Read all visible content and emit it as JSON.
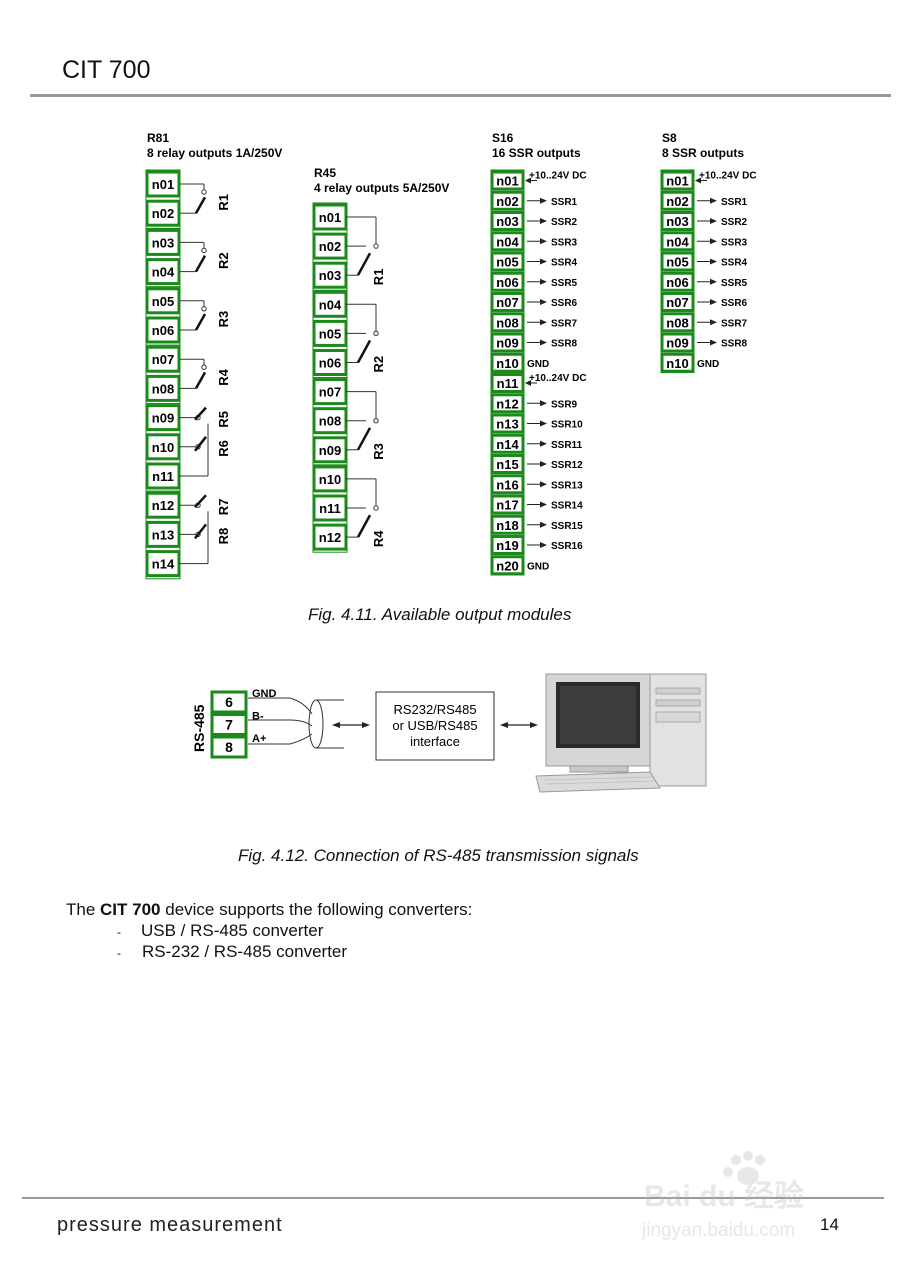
{
  "header": {
    "title": "CIT 700"
  },
  "modules": {
    "r81": {
      "title": "R81",
      "subtitle": "8 relay outputs 1A/250V",
      "terminals": [
        "n01",
        "n02",
        "n03",
        "n04",
        "n05",
        "n06",
        "n07",
        "n08",
        "n09",
        "n10",
        "n11",
        "n12",
        "n13",
        "n14"
      ],
      "relays": [
        "R1",
        "R2",
        "R3",
        "R4",
        "R5",
        "R6",
        "R7",
        "R8"
      ]
    },
    "r45": {
      "title": "R45",
      "subtitle": "4 relay outputs 5A/250V",
      "terminals": [
        "n01",
        "n02",
        "n03",
        "n04",
        "n05",
        "n06",
        "n07",
        "n08",
        "n09",
        "n10",
        "n11",
        "n12"
      ],
      "relays": [
        "R1",
        "R2",
        "R3",
        "R4"
      ]
    },
    "s16": {
      "title": "S16",
      "subtitle": "16 SSR outputs",
      "terminals": [
        "n01",
        "n02",
        "n03",
        "n04",
        "n05",
        "n06",
        "n07",
        "n08",
        "n09",
        "n10",
        "n11",
        "n12",
        "n13",
        "n14",
        "n15",
        "n16",
        "n17",
        "n18",
        "n19",
        "n20"
      ],
      "labels": [
        "+10..24V DC",
        "SSR1",
        "SSR2",
        "SSR3",
        "SSR4",
        "SSR5",
        "SSR6",
        "SSR7",
        "SSR8",
        "GND",
        "+10..24V DC",
        "SSR9",
        "SSR10",
        "SSR11",
        "SSR12",
        "SSR13",
        "SSR14",
        "SSR15",
        "SSR16",
        "GND"
      ]
    },
    "s8": {
      "title": "S8",
      "subtitle": "8 SSR outputs",
      "terminals": [
        "n01",
        "n02",
        "n03",
        "n04",
        "n05",
        "n06",
        "n07",
        "n08",
        "n09",
        "n10"
      ],
      "labels": [
        "+10..24V DC",
        "SSR1",
        "SSR2",
        "SSR3",
        "SSR4",
        "SSR5",
        "SSR6",
        "SSR7",
        "SSR8",
        "GND"
      ]
    }
  },
  "fig1": {
    "caption": "Fig. 4.11.  Available output modules"
  },
  "rs485": {
    "port_label": "RS-485",
    "terminals": [
      "6",
      "7",
      "8"
    ],
    "signals": [
      "GND",
      "B-",
      "A+"
    ],
    "interface_lines": [
      "RS232/RS485",
      "or USB/RS485",
      "interface"
    ]
  },
  "fig2": {
    "caption": "Fig. 4.12. Connection of RS-485 transmission signals"
  },
  "body": {
    "intro_pre": "The ",
    "intro_bold": "CIT 700",
    "intro_post": " device supports the following converters:",
    "bullet_mark": "-",
    "bullets": [
      "USB / RS-485 converter",
      "RS-232 / RS-485 converter"
    ]
  },
  "footer": {
    "tagline": "pressure measurement",
    "page": "14"
  },
  "watermark": {
    "text_main": "Bai du 经验",
    "text_url": "jingyan.baidu.com"
  },
  "colors": {
    "terminal_green": "#1a8a1a",
    "rule_gray": "#999999"
  }
}
